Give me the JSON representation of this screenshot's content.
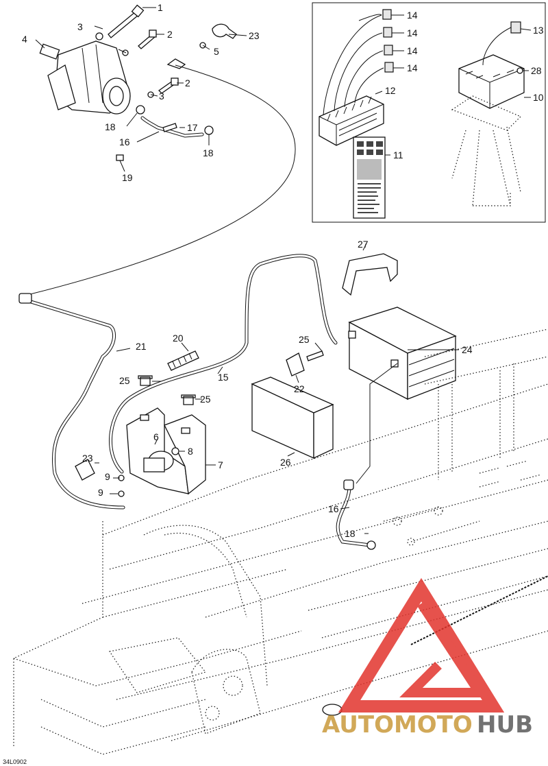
{
  "diagram": {
    "drawing_code": "34L0902",
    "watermark": {
      "part1": "AUTOMOTO",
      "part2": "HUB"
    },
    "callouts": {
      "c1": "1",
      "c2a": "2",
      "c2b": "2",
      "c3a": "3",
      "c3b": "3",
      "c4": "4",
      "c5": "5",
      "c6": "6",
      "c7": "7",
      "c8": "8",
      "c9a": "9",
      "c9b": "9",
      "c10": "10",
      "c11": "11",
      "c12": "12",
      "c13": "13",
      "c14a": "14",
      "c14b": "14",
      "c14c": "14",
      "c14d": "14",
      "c15": "15",
      "c16a": "16",
      "c16b": "16",
      "c17": "17",
      "c18a": "18",
      "c18b": "18",
      "c18c": "18",
      "c19": "19",
      "c20": "20",
      "c21": "21",
      "c22": "22",
      "c23a": "23",
      "c23b": "23",
      "c24": "24",
      "c25a": "25",
      "c25b": "25",
      "c25c": "25",
      "c26": "26",
      "c27": "27",
      "c28": "28"
    },
    "colors": {
      "watermark_red": "#e2342d",
      "watermark_gold": "#c99a3c",
      "watermark_grey": "#5a5a5a",
      "line": "#111111"
    }
  }
}
